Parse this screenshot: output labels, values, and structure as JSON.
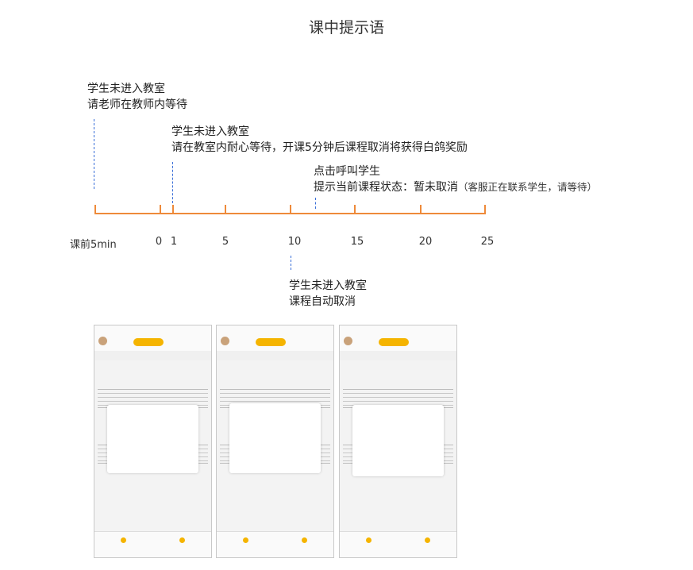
{
  "title": "课中提示语",
  "notes": {
    "n1": {
      "line1": "学生未进入教室",
      "line2": "请老师在教师内等待"
    },
    "n2": {
      "line1": "学生未进入教室",
      "line2": "请在教室内耐心等待，开课5分钟后课程取消将获得白鸽奖励"
    },
    "n3": {
      "line1": "点击呼叫学生",
      "line2": "提示当前课程状态：暂未取消",
      "line2_sub": "（客服正在联系学生，请等待）"
    },
    "n4": {
      "line1": "学生未进入教室",
      "line2": "课程自动取消"
    }
  },
  "timeline": {
    "labels": [
      "课前5min",
      "0",
      "1",
      "5",
      "10",
      "15",
      "20",
      "25"
    ]
  },
  "colors": {
    "axis": "#ee8a3a",
    "dash": "#3a6fd8",
    "accent": "#f5b400"
  }
}
